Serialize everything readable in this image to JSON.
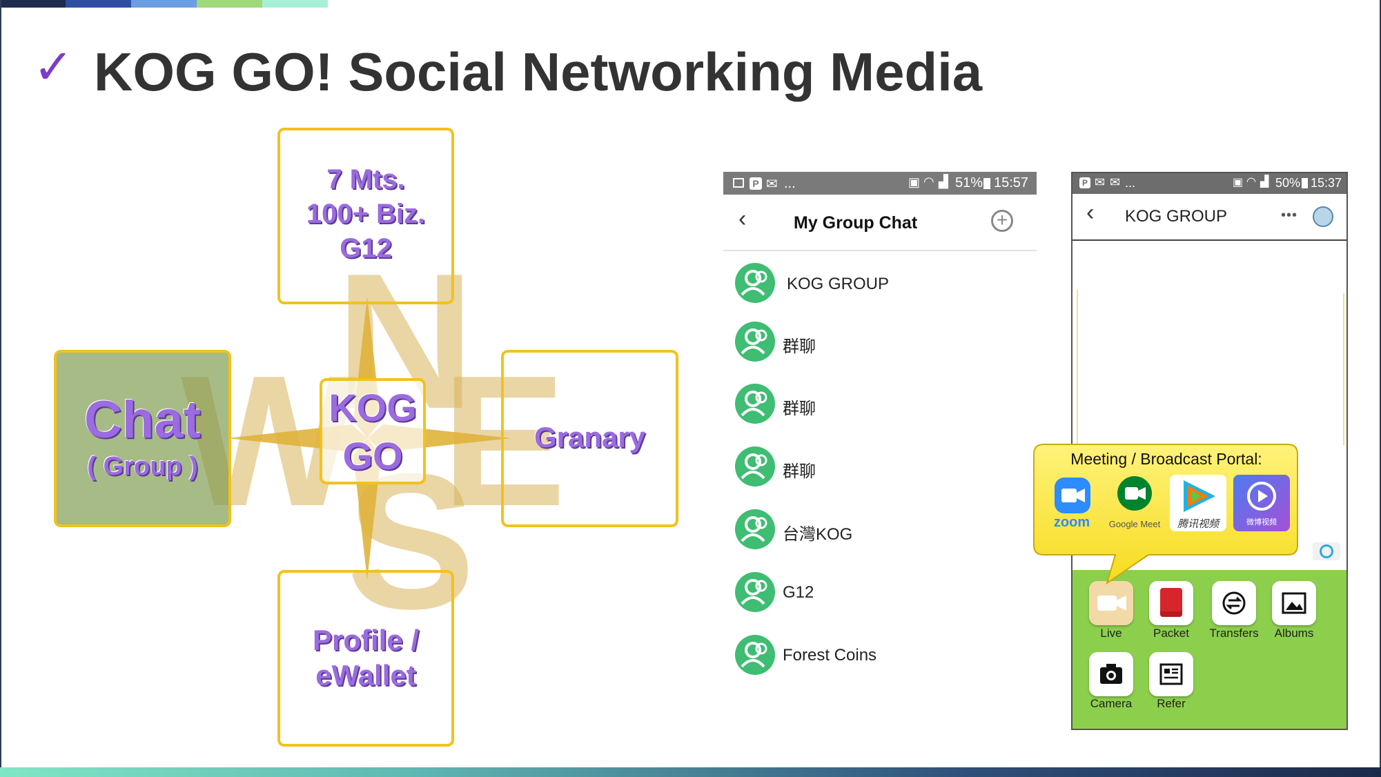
{
  "slide": {
    "title": "KOG GO! Social Networking Media",
    "check_mark": "✓"
  },
  "diagram": {
    "center": [
      "KOG",
      "GO"
    ],
    "north": [
      "7 Mts.",
      "100+ Biz.",
      "G12"
    ],
    "west": {
      "main": "Chat",
      "sub": "( Group )"
    },
    "east": "Granary",
    "south": [
      "Profile /",
      "eWallet"
    ],
    "compass_letters": {
      "n": "N",
      "w": "W",
      "e": "E",
      "s": "S"
    }
  },
  "phone1": {
    "status": {
      "battery": "51%",
      "time": "15:57",
      "dots": "..."
    },
    "header": {
      "title": "My Group Chat"
    },
    "items": [
      "KOG GROUP",
      "群聊",
      "群聊",
      "群聊",
      "台灣KOG",
      "G12",
      "Forest Coins"
    ]
  },
  "phone2": {
    "status": {
      "battery": "50%",
      "time": "15:37",
      "dots": "..."
    },
    "header": {
      "title": "KOG GROUP",
      "more": "•••"
    },
    "portal": {
      "title": "Meeting / Broadcast Portal:",
      "apps": [
        {
          "label": "zoom",
          "color": "#2d8cff"
        },
        {
          "label": "Google Meet",
          "color": "#00832d"
        },
        {
          "label": "腾讯视频",
          "color": "#ff6a00"
        },
        {
          "label": "微博视频",
          "color": "#7b4fd6"
        }
      ]
    },
    "tools": [
      {
        "label": "Live",
        "icon": "video-icon"
      },
      {
        "label": "Packet",
        "icon": "red-packet-icon"
      },
      {
        "label": "Transfers",
        "icon": "transfer-icon"
      },
      {
        "label": "Albums",
        "icon": "album-icon"
      },
      {
        "label": "Camera",
        "icon": "camera-icon"
      },
      {
        "label": "Refer",
        "icon": "refer-icon"
      }
    ],
    "panel_color": "#8ccf4d"
  }
}
